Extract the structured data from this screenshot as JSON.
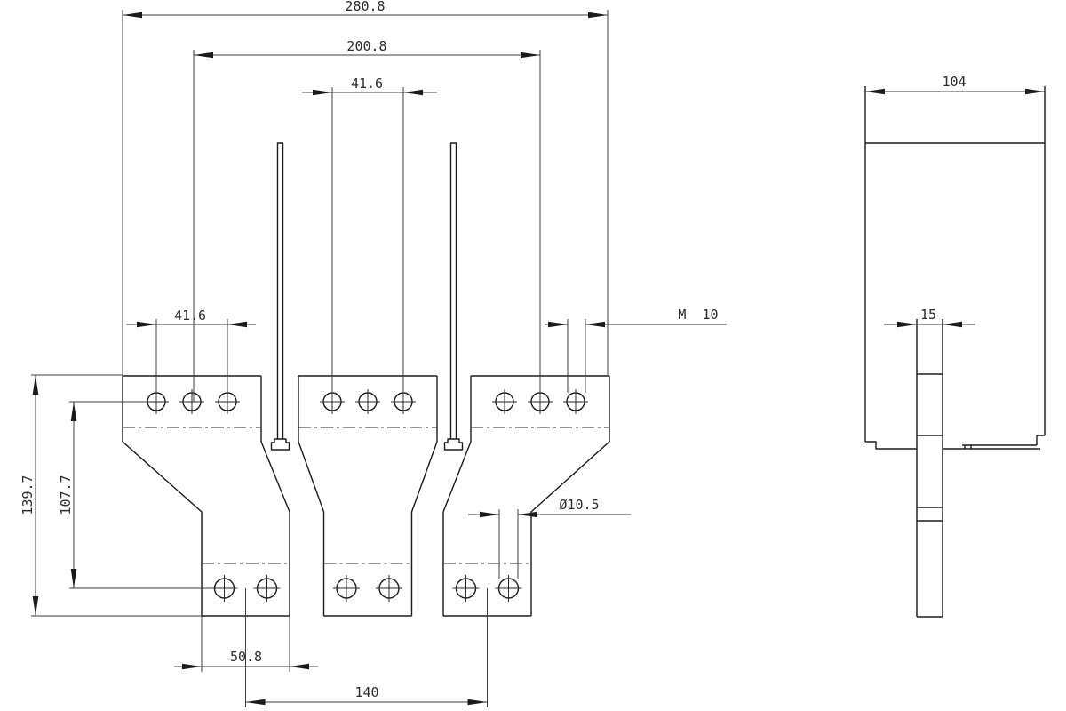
{
  "front": {
    "dims": {
      "overall_width": "280.8",
      "hole_span": "200.8",
      "pitch_top": "41.6",
      "pitch_left": "41.6",
      "thread": "M  10",
      "height_total": "139.7",
      "height_holes": "107.7",
      "hole_dia": "Ø10.5",
      "tab_width": "50.8",
      "tab_pitch": "140"
    }
  },
  "side": {
    "dims": {
      "depth": "104",
      "tongue_width": "15"
    }
  },
  "colors": {
    "background": "#ffffff",
    "part_line": "#1b1b1b",
    "dimension_line": "#3d3d3d",
    "text": "#2b2b2b"
  }
}
